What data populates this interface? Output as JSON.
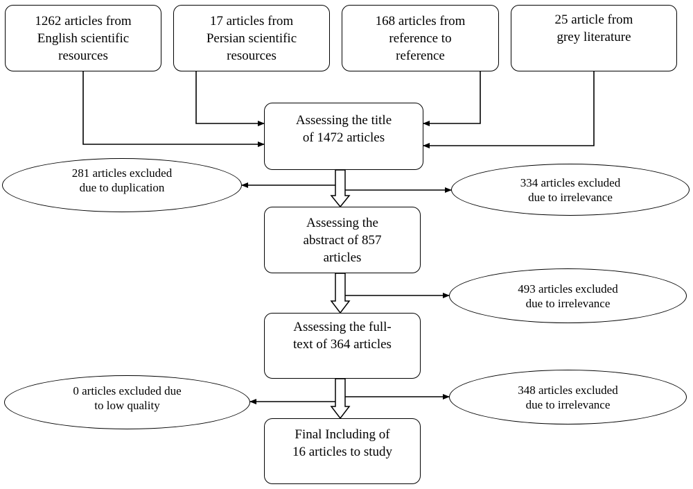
{
  "sources": [
    {
      "lines": [
        "1262 articles from",
        "English scientific",
        "resources"
      ]
    },
    {
      "lines": [
        "17 articles from",
        "Persian scientific",
        "resources"
      ]
    },
    {
      "lines": [
        "168 articles from",
        "reference to",
        "reference"
      ]
    },
    {
      "lines": [
        "25 article from",
        "grey literature"
      ]
    }
  ],
  "steps": [
    {
      "lines": [
        "Assessing the title",
        "of 1472 articles"
      ]
    },
    {
      "lines": [
        "Assessing the",
        "abstract of 857",
        "articles"
      ]
    },
    {
      "lines": [
        "Assessing the full-",
        "text of 364 articles"
      ]
    },
    {
      "lines": [
        "Final Including of",
        "16 articles to study"
      ]
    }
  ],
  "exclusions": [
    {
      "lines": [
        "281 articles excluded",
        "due to duplication"
      ]
    },
    {
      "lines": [
        "334 articles excluded",
        "due to irrelevance"
      ]
    },
    {
      "lines": [
        "493 articles excluded",
        "due to irrelevance"
      ]
    },
    {
      "lines": [
        "0 articles excluded due",
        "to low quality"
      ]
    },
    {
      "lines": [
        "348 articles excluded",
        "due to irrelevance"
      ]
    }
  ]
}
